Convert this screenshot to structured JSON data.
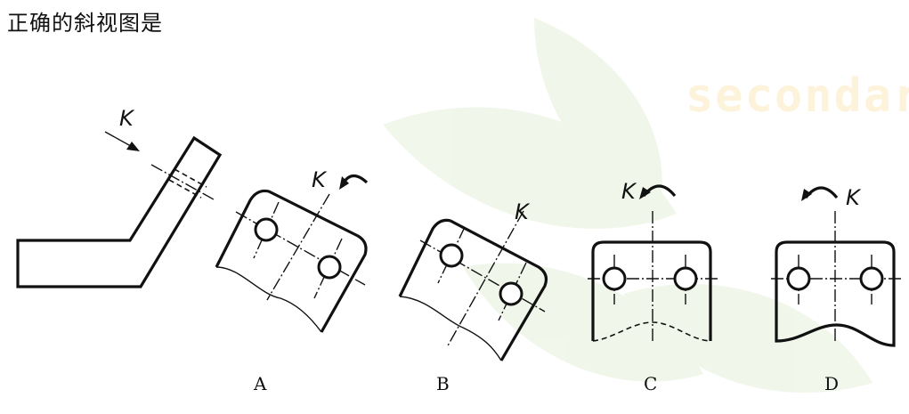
{
  "question": {
    "text": "正确的斜视图是"
  },
  "watermark": {
    "text": "secondar"
  },
  "view_label": "K",
  "options": [
    {
      "id": "A",
      "label": "A"
    },
    {
      "id": "B",
      "label": "B"
    },
    {
      "id": "C",
      "label": "C"
    },
    {
      "id": "D",
      "label": "D"
    }
  ]
}
